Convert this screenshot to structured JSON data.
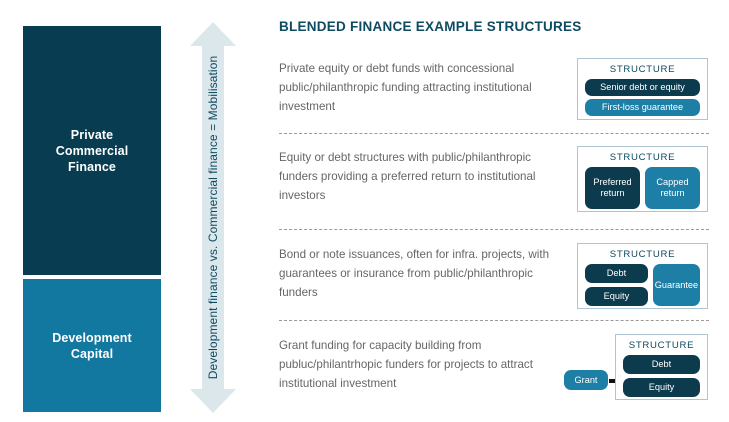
{
  "colors": {
    "dark_navy": "#083C51",
    "mid_blue": "#1378A0",
    "pill_dark": "#0D3B4E",
    "pill_light": "#1E7FA6",
    "card_border": "#AFC5D4",
    "arrow_fill": "#DCE7EC",
    "title_color": "#0E4A60",
    "body_text": "#666666",
    "divider": "#9a9a9a"
  },
  "left_stack": {
    "panels": [
      {
        "name": "private-commercial-finance",
        "lines": [
          "Private",
          "Commercial",
          "Finance"
        ]
      },
      {
        "name": "development-capital",
        "lines": [
          "Development",
          "Capital"
        ]
      }
    ]
  },
  "axis_arrow": {
    "label": "Development finance vs. Commercial finance = Mobilisation",
    "direction": "double-headed-vertical"
  },
  "header": {
    "title": "BLENDED FINANCE EXAMPLE STRUCTURES"
  },
  "rows": [
    {
      "description": "Private equity or debt funds with concessional public/philanthropic funding attracting institutional investment",
      "structure": {
        "title": "STRUCTURE",
        "layout": "stacked",
        "items": [
          {
            "label": "Senior debt or equity",
            "tone": "dark"
          },
          {
            "label": "First-loss guarantee",
            "tone": "light"
          }
        ]
      }
    },
    {
      "description": "Equity or debt structures with public/philanthropic funders providing a preferred return to institutional investors",
      "structure": {
        "title": "STRUCTURE",
        "layout": "side-by-side",
        "items": [
          {
            "label": "Preferred return",
            "tone": "dark"
          },
          {
            "label": "Capped return",
            "tone": "light"
          }
        ]
      }
    },
    {
      "description": "Bond or note issuances, often for infra. projects, with guarantees or insurance from public/philanthropic funders",
      "structure": {
        "title": "STRUCTURE",
        "layout": "column-plus-tall",
        "items": [
          {
            "label": "Debt",
            "tone": "dark"
          },
          {
            "label": "Equity",
            "tone": "dark"
          },
          {
            "label": "Guarantee",
            "tone": "light"
          }
        ]
      }
    },
    {
      "description": "Grant funding for capacity building from publuc/philantrhopic funders for projects to attract institutional investment",
      "structure": {
        "title": "STRUCTURE",
        "layout": "stacked-with-input",
        "input": {
          "label": "Grant",
          "tone": "light"
        },
        "items": [
          {
            "label": "Debt",
            "tone": "dark"
          },
          {
            "label": "Equity",
            "tone": "dark"
          }
        ]
      }
    }
  ]
}
